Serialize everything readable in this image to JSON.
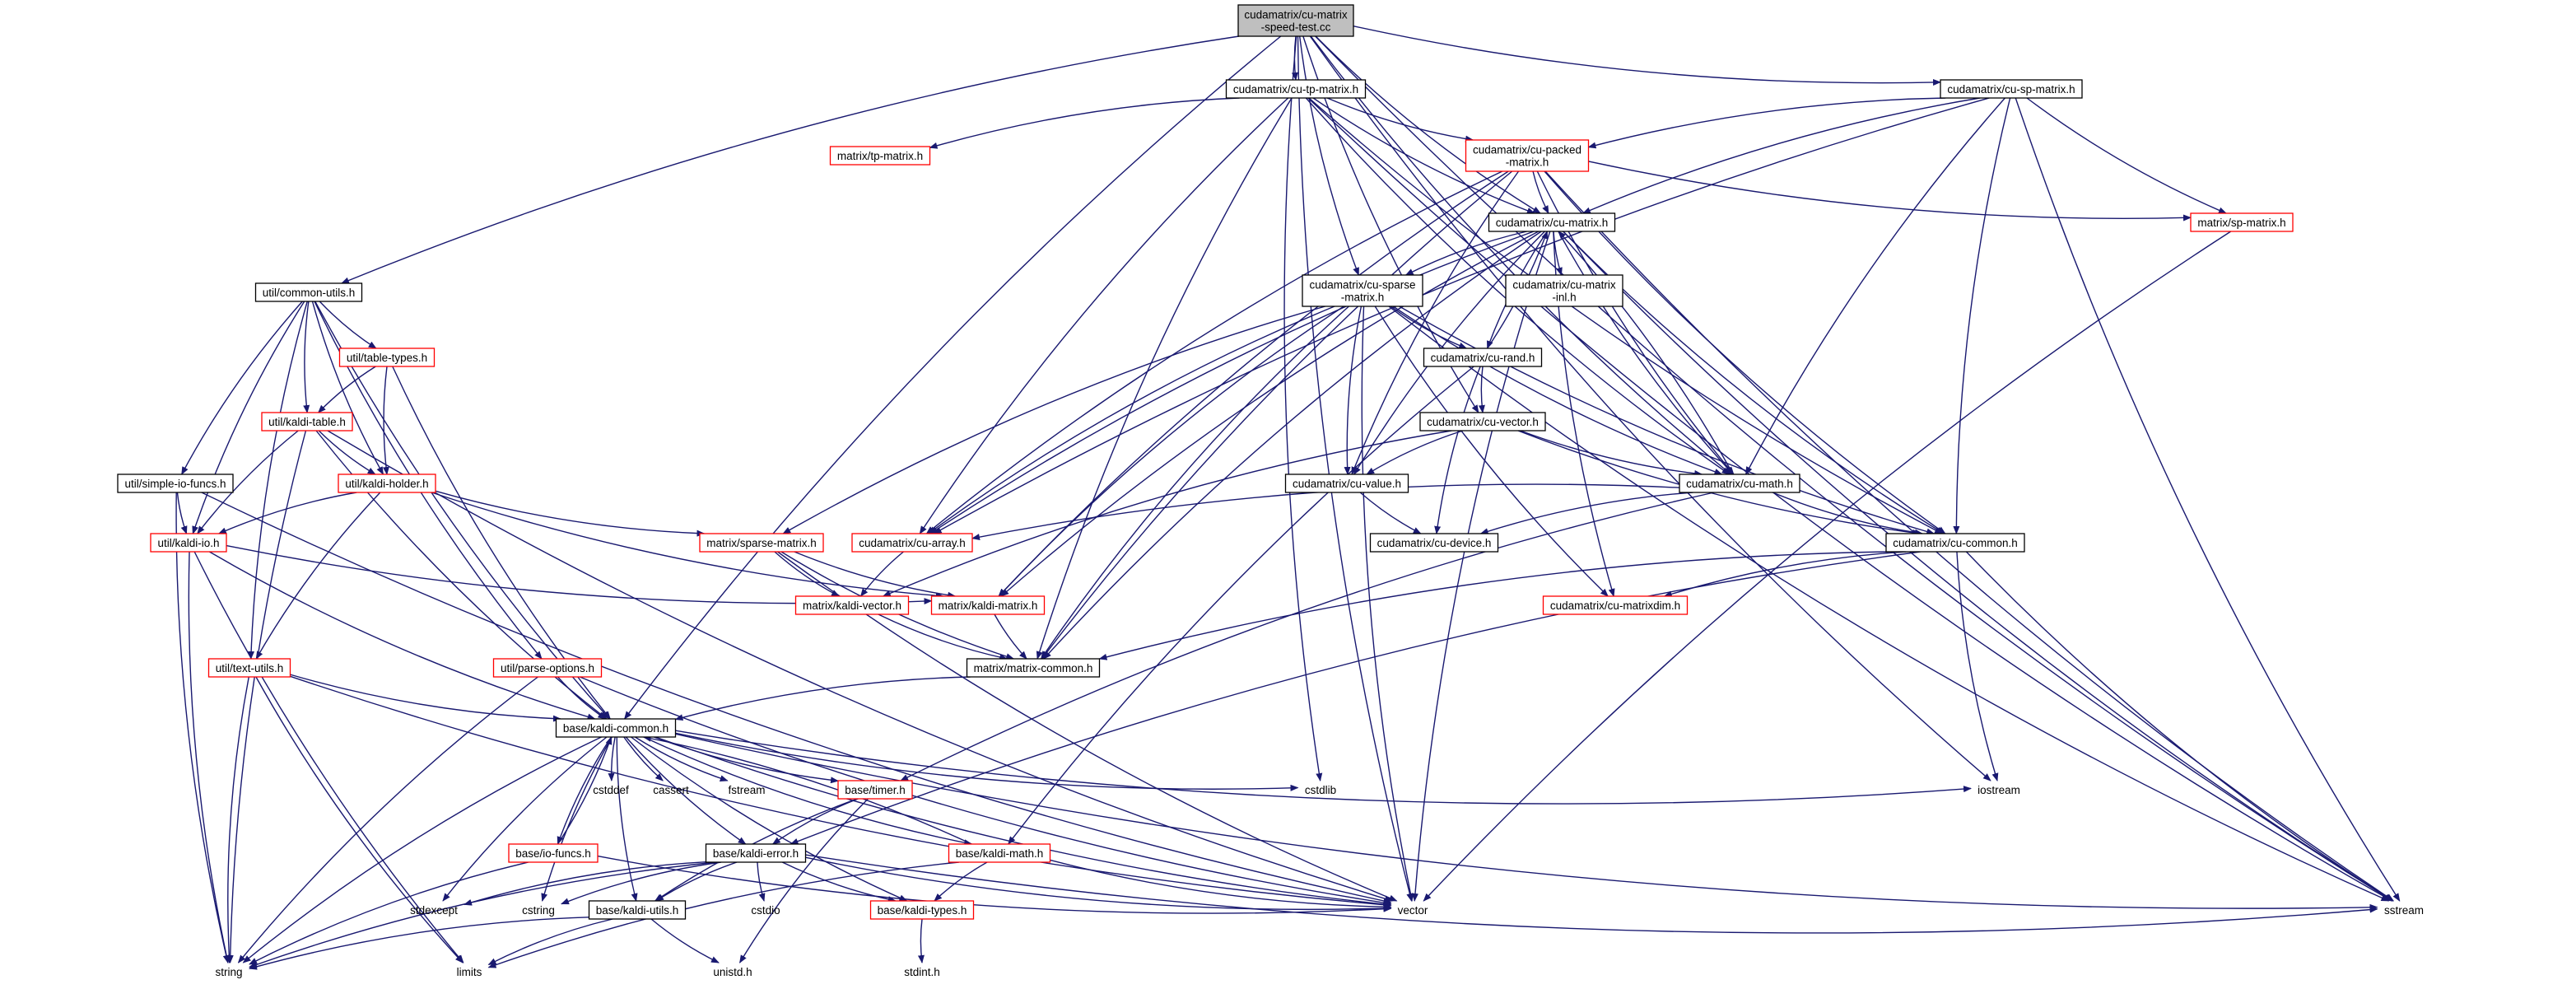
{
  "colors": {
    "edge": "#191970",
    "normal_border": "#000000",
    "truncated_border": "#ff0000",
    "root_fill": "#bfbfbf",
    "node_fill": "#ffffff",
    "text": "#000000"
  },
  "nodes": [
    {
      "id": "root",
      "lines": [
        "cudamatrix/cu-matrix",
        "-speed-test.cc"
      ],
      "style": "root"
    },
    {
      "id": "tp_matrix",
      "lines": [
        "cudamatrix/cu-tp-matrix.h"
      ],
      "style": "normal"
    },
    {
      "id": "sp_matrix",
      "lines": [
        "cudamatrix/cu-sp-matrix.h"
      ],
      "style": "normal"
    },
    {
      "id": "matrix_tp",
      "lines": [
        "matrix/tp-matrix.h"
      ],
      "style": "truncated"
    },
    {
      "id": "packed",
      "lines": [
        "cudamatrix/cu-packed",
        "-matrix.h"
      ],
      "style": "truncated"
    },
    {
      "id": "matrix_sp",
      "lines": [
        "matrix/sp-matrix.h"
      ],
      "style": "truncated"
    },
    {
      "id": "cu_matrix",
      "lines": [
        "cudamatrix/cu-matrix.h"
      ],
      "style": "normal"
    },
    {
      "id": "common_utils",
      "lines": [
        "util/common-utils.h"
      ],
      "style": "normal"
    },
    {
      "id": "cu_sparse",
      "lines": [
        "cudamatrix/cu-sparse",
        "-matrix.h"
      ],
      "style": "normal"
    },
    {
      "id": "cu_matrix_inl",
      "lines": [
        "cudamatrix/cu-matrix",
        "-inl.h"
      ],
      "style": "normal"
    },
    {
      "id": "table_types",
      "lines": [
        "util/table-types.h"
      ],
      "style": "truncated"
    },
    {
      "id": "cu_rand",
      "lines": [
        "cudamatrix/cu-rand.h"
      ],
      "style": "normal"
    },
    {
      "id": "kaldi_table",
      "lines": [
        "util/kaldi-table.h"
      ],
      "style": "truncated"
    },
    {
      "id": "cu_vector",
      "lines": [
        "cudamatrix/cu-vector.h"
      ],
      "style": "normal"
    },
    {
      "id": "simple_io",
      "lines": [
        "util/simple-io-funcs.h"
      ],
      "style": "normal"
    },
    {
      "id": "kaldi_holder",
      "lines": [
        "util/kaldi-holder.h"
      ],
      "style": "truncated"
    },
    {
      "id": "cu_value",
      "lines": [
        "cudamatrix/cu-value.h"
      ],
      "style": "normal"
    },
    {
      "id": "cu_math",
      "lines": [
        "cudamatrix/cu-math.h"
      ],
      "style": "normal"
    },
    {
      "id": "kaldi_io",
      "lines": [
        "util/kaldi-io.h"
      ],
      "style": "truncated"
    },
    {
      "id": "sparse_matrix",
      "lines": [
        "matrix/sparse-matrix.h"
      ],
      "style": "truncated"
    },
    {
      "id": "cu_array",
      "lines": [
        "cudamatrix/cu-array.h"
      ],
      "style": "truncated"
    },
    {
      "id": "cu_device",
      "lines": [
        "cudamatrix/cu-device.h"
      ],
      "style": "normal"
    },
    {
      "id": "cu_common",
      "lines": [
        "cudamatrix/cu-common.h"
      ],
      "style": "normal"
    },
    {
      "id": "kaldi_vector",
      "lines": [
        "matrix/kaldi-vector.h"
      ],
      "style": "truncated"
    },
    {
      "id": "kaldi_matrix",
      "lines": [
        "matrix/kaldi-matrix.h"
      ],
      "style": "truncated"
    },
    {
      "id": "cu_matrixdim",
      "lines": [
        "cudamatrix/cu-matrixdim.h"
      ],
      "style": "truncated"
    },
    {
      "id": "text_utils",
      "lines": [
        "util/text-utils.h"
      ],
      "style": "truncated"
    },
    {
      "id": "parse_options",
      "lines": [
        "util/parse-options.h"
      ],
      "style": "truncated"
    },
    {
      "id": "matrix_common",
      "lines": [
        "matrix/matrix-common.h"
      ],
      "style": "normal"
    },
    {
      "id": "kaldi_common",
      "lines": [
        "base/kaldi-common.h"
      ],
      "style": "normal"
    },
    {
      "id": "cstddef",
      "lines": [
        "cstddef"
      ],
      "style": "plain"
    },
    {
      "id": "cassert",
      "lines": [
        "cassert"
      ],
      "style": "plain"
    },
    {
      "id": "fstream",
      "lines": [
        "fstream"
      ],
      "style": "plain"
    },
    {
      "id": "cstdlib",
      "lines": [
        "cstdlib"
      ],
      "style": "plain"
    },
    {
      "id": "iostream",
      "lines": [
        "iostream"
      ],
      "style": "plain"
    },
    {
      "id": "timer",
      "lines": [
        "base/timer.h"
      ],
      "style": "truncated"
    },
    {
      "id": "io_funcs",
      "lines": [
        "base/io-funcs.h"
      ],
      "style": "truncated"
    },
    {
      "id": "kaldi_error",
      "lines": [
        "base/kaldi-error.h"
      ],
      "style": "normal"
    },
    {
      "id": "kaldi_math",
      "lines": [
        "base/kaldi-math.h"
      ],
      "style": "truncated"
    },
    {
      "id": "stdexcept",
      "lines": [
        "stdexcept"
      ],
      "style": "plain"
    },
    {
      "id": "cstring",
      "lines": [
        "cstring"
      ],
      "style": "plain"
    },
    {
      "id": "kaldi_utils",
      "lines": [
        "base/kaldi-utils.h"
      ],
      "style": "normal"
    },
    {
      "id": "cstdio",
      "lines": [
        "cstdio"
      ],
      "style": "plain"
    },
    {
      "id": "kaldi_types",
      "lines": [
        "base/kaldi-types.h"
      ],
      "style": "truncated"
    },
    {
      "id": "vector",
      "lines": [
        "vector"
      ],
      "style": "plain"
    },
    {
      "id": "sstream",
      "lines": [
        "sstream"
      ],
      "style": "plain"
    },
    {
      "id": "string",
      "lines": [
        "string"
      ],
      "style": "plain"
    },
    {
      "id": "limits",
      "lines": [
        "limits"
      ],
      "style": "plain"
    },
    {
      "id": "unistd",
      "lines": [
        "unistd.h"
      ],
      "style": "plain"
    },
    {
      "id": "stdint",
      "lines": [
        "stdint.h"
      ],
      "style": "plain"
    }
  ],
  "edges": [
    [
      "root",
      "tp_matrix"
    ],
    [
      "root",
      "sp_matrix"
    ],
    [
      "root",
      "cu_matrix"
    ],
    [
      "root",
      "cu_sparse"
    ],
    [
      "root",
      "cu_vector"
    ],
    [
      "root",
      "cu_math"
    ],
    [
      "root",
      "common_utils"
    ],
    [
      "root",
      "kaldi_common"
    ],
    [
      "root",
      "cstdlib"
    ],
    [
      "root",
      "iostream"
    ],
    [
      "root",
      "vector"
    ],
    [
      "root",
      "sstream"
    ],
    [
      "tp_matrix",
      "matrix_tp"
    ],
    [
      "tp_matrix",
      "packed"
    ],
    [
      "tp_matrix",
      "cu_matrix"
    ],
    [
      "tp_matrix",
      "cu_common"
    ],
    [
      "tp_matrix",
      "cu_array"
    ],
    [
      "tp_matrix",
      "matrix_common"
    ],
    [
      "tp_matrix",
      "cu_math"
    ],
    [
      "tp_matrix",
      "sstream"
    ],
    [
      "sp_matrix",
      "packed"
    ],
    [
      "sp_matrix",
      "matrix_sp"
    ],
    [
      "sp_matrix",
      "cu_matrix"
    ],
    [
      "sp_matrix",
      "cu_math"
    ],
    [
      "sp_matrix",
      "cu_common"
    ],
    [
      "sp_matrix",
      "sstream"
    ],
    [
      "sp_matrix",
      "cu_array"
    ],
    [
      "packed",
      "cu_matrix"
    ],
    [
      "packed",
      "matrix_sp"
    ],
    [
      "packed",
      "cu_common"
    ],
    [
      "packed",
      "cu_math"
    ],
    [
      "packed",
      "cu_value"
    ],
    [
      "packed",
      "cu_array"
    ],
    [
      "packed",
      "kaldi_matrix"
    ],
    [
      "packed",
      "matrix_common"
    ],
    [
      "packed",
      "sstream"
    ],
    [
      "matrix_sp",
      "vector"
    ],
    [
      "cu_matrix",
      "cu_sparse"
    ],
    [
      "cu_matrix",
      "cu_matrix_inl"
    ],
    [
      "cu_matrix",
      "cu_rand"
    ],
    [
      "cu_matrix",
      "cu_math"
    ],
    [
      "cu_matrix",
      "cu_common"
    ],
    [
      "cu_matrix",
      "cu_value"
    ],
    [
      "cu_matrix",
      "cu_array"
    ],
    [
      "cu_matrix",
      "kaldi_matrix"
    ],
    [
      "cu_matrix",
      "matrix_common"
    ],
    [
      "cu_matrix",
      "cu_matrixdim"
    ],
    [
      "cu_matrix",
      "vector"
    ],
    [
      "cu_matrix",
      "sstream"
    ],
    [
      "cu_sparse",
      "cu_rand"
    ],
    [
      "cu_sparse",
      "cu_value"
    ],
    [
      "cu_sparse",
      "cu_math"
    ],
    [
      "cu_sparse",
      "sparse_matrix"
    ],
    [
      "cu_sparse",
      "cu_array"
    ],
    [
      "cu_sparse",
      "kaldi_matrix"
    ],
    [
      "cu_sparse",
      "matrix_common"
    ],
    [
      "cu_sparse",
      "cu_common"
    ],
    [
      "cu_sparse",
      "cu_matrixdim"
    ],
    [
      "cu_sparse",
      "vector"
    ],
    [
      "cu_sparse",
      "sstream"
    ],
    [
      "cu_rand",
      "cu_matrix"
    ],
    [
      "cu_rand",
      "cu_vector"
    ],
    [
      "cu_rand",
      "cu_device"
    ],
    [
      "cu_rand",
      "kaldi_math"
    ],
    [
      "cu_vector",
      "cu_math"
    ],
    [
      "cu_vector",
      "cu_value"
    ],
    [
      "cu_vector",
      "kaldi_vector"
    ],
    [
      "cu_vector",
      "cu_common"
    ],
    [
      "cu_value",
      "cu_device"
    ],
    [
      "cu_math",
      "cu_matrix"
    ],
    [
      "cu_math",
      "cu_array"
    ],
    [
      "cu_math",
      "cu_device"
    ],
    [
      "cu_math",
      "cu_common"
    ],
    [
      "cu_math",
      "timer"
    ],
    [
      "cu_common",
      "cu_matrixdim"
    ],
    [
      "cu_common",
      "matrix_common"
    ],
    [
      "cu_common",
      "iostream"
    ],
    [
      "cu_common",
      "sstream"
    ],
    [
      "cu_common",
      "kaldi_error"
    ],
    [
      "cu_array",
      "kaldi_vector"
    ],
    [
      "common_utils",
      "table_types"
    ],
    [
      "common_utils",
      "kaldi_table"
    ],
    [
      "common_utils",
      "kaldi_holder"
    ],
    [
      "common_utils",
      "simple_io"
    ],
    [
      "common_utils",
      "kaldi_io"
    ],
    [
      "common_utils",
      "text_utils"
    ],
    [
      "common_utils",
      "parse_options"
    ],
    [
      "common_utils",
      "kaldi_common"
    ],
    [
      "table_types",
      "kaldi_table"
    ],
    [
      "table_types",
      "kaldi_holder"
    ],
    [
      "table_types",
      "kaldi_common"
    ],
    [
      "kaldi_table",
      "kaldi_holder"
    ],
    [
      "kaldi_table",
      "kaldi_io"
    ],
    [
      "kaldi_table",
      "kaldi_common"
    ],
    [
      "kaldi_table",
      "vector"
    ],
    [
      "kaldi_table",
      "string"
    ],
    [
      "kaldi_holder",
      "kaldi_io"
    ],
    [
      "kaldi_holder",
      "text_utils"
    ],
    [
      "kaldi_holder",
      "kaldi_matrix"
    ],
    [
      "kaldi_holder",
      "sparse_matrix"
    ],
    [
      "simple_io",
      "kaldi_io"
    ],
    [
      "simple_io",
      "string"
    ],
    [
      "simple_io",
      "vector"
    ],
    [
      "kaldi_io",
      "kaldi_matrix"
    ],
    [
      "kaldi_io",
      "kaldi_common"
    ],
    [
      "kaldi_io",
      "string"
    ],
    [
      "kaldi_io",
      "limits"
    ],
    [
      "sparse_matrix",
      "kaldi_vector"
    ],
    [
      "sparse_matrix",
      "kaldi_matrix"
    ],
    [
      "sparse_matrix",
      "matrix_common"
    ],
    [
      "sparse_matrix",
      "vector"
    ],
    [
      "kaldi_vector",
      "matrix_common"
    ],
    [
      "kaldi_matrix",
      "matrix_common"
    ],
    [
      "matrix_common",
      "kaldi_common"
    ],
    [
      "text_utils",
      "kaldi_common"
    ],
    [
      "text_utils",
      "string"
    ],
    [
      "text_utils",
      "limits"
    ],
    [
      "text_utils",
      "vector"
    ],
    [
      "parse_options",
      "kaldi_common"
    ],
    [
      "parse_options",
      "string"
    ],
    [
      "parse_options",
      "vector"
    ],
    [
      "kaldi_common",
      "cstddef"
    ],
    [
      "kaldi_common",
      "cassert"
    ],
    [
      "kaldi_common",
      "fstream"
    ],
    [
      "kaldi_common",
      "cstdlib"
    ],
    [
      "kaldi_common",
      "iostream"
    ],
    [
      "kaldi_common",
      "timer"
    ],
    [
      "kaldi_common",
      "io_funcs"
    ],
    [
      "kaldi_common",
      "kaldi_error"
    ],
    [
      "kaldi_common",
      "kaldi_math"
    ],
    [
      "kaldi_common",
      "kaldi_types"
    ],
    [
      "kaldi_common",
      "kaldi_utils"
    ],
    [
      "kaldi_common",
      "stdexcept"
    ],
    [
      "kaldi_common",
      "cstring"
    ],
    [
      "kaldi_common",
      "vector"
    ],
    [
      "kaldi_common",
      "sstream"
    ],
    [
      "kaldi_common",
      "string"
    ],
    [
      "timer",
      "kaldi_error"
    ],
    [
      "timer",
      "kaldi_utils"
    ],
    [
      "timer",
      "unistd"
    ],
    [
      "io_funcs",
      "kaldi_common"
    ],
    [
      "io_funcs",
      "vector"
    ],
    [
      "io_funcs",
      "string"
    ],
    [
      "kaldi_error",
      "stdexcept"
    ],
    [
      "kaldi_error",
      "cstring"
    ],
    [
      "kaldi_error",
      "kaldi_utils"
    ],
    [
      "kaldi_error",
      "cstdio"
    ],
    [
      "kaldi_error",
      "kaldi_types"
    ],
    [
      "kaldi_error",
      "vector"
    ],
    [
      "kaldi_error",
      "sstream"
    ],
    [
      "kaldi_error",
      "string"
    ],
    [
      "kaldi_math",
      "kaldi_common"
    ],
    [
      "kaldi_math",
      "kaldi_types"
    ],
    [
      "kaldi_math",
      "vector"
    ],
    [
      "kaldi_math",
      "limits"
    ],
    [
      "kaldi_utils",
      "string"
    ],
    [
      "kaldi_utils",
      "limits"
    ],
    [
      "kaldi_utils",
      "unistd"
    ],
    [
      "kaldi_types",
      "stdint"
    ]
  ]
}
